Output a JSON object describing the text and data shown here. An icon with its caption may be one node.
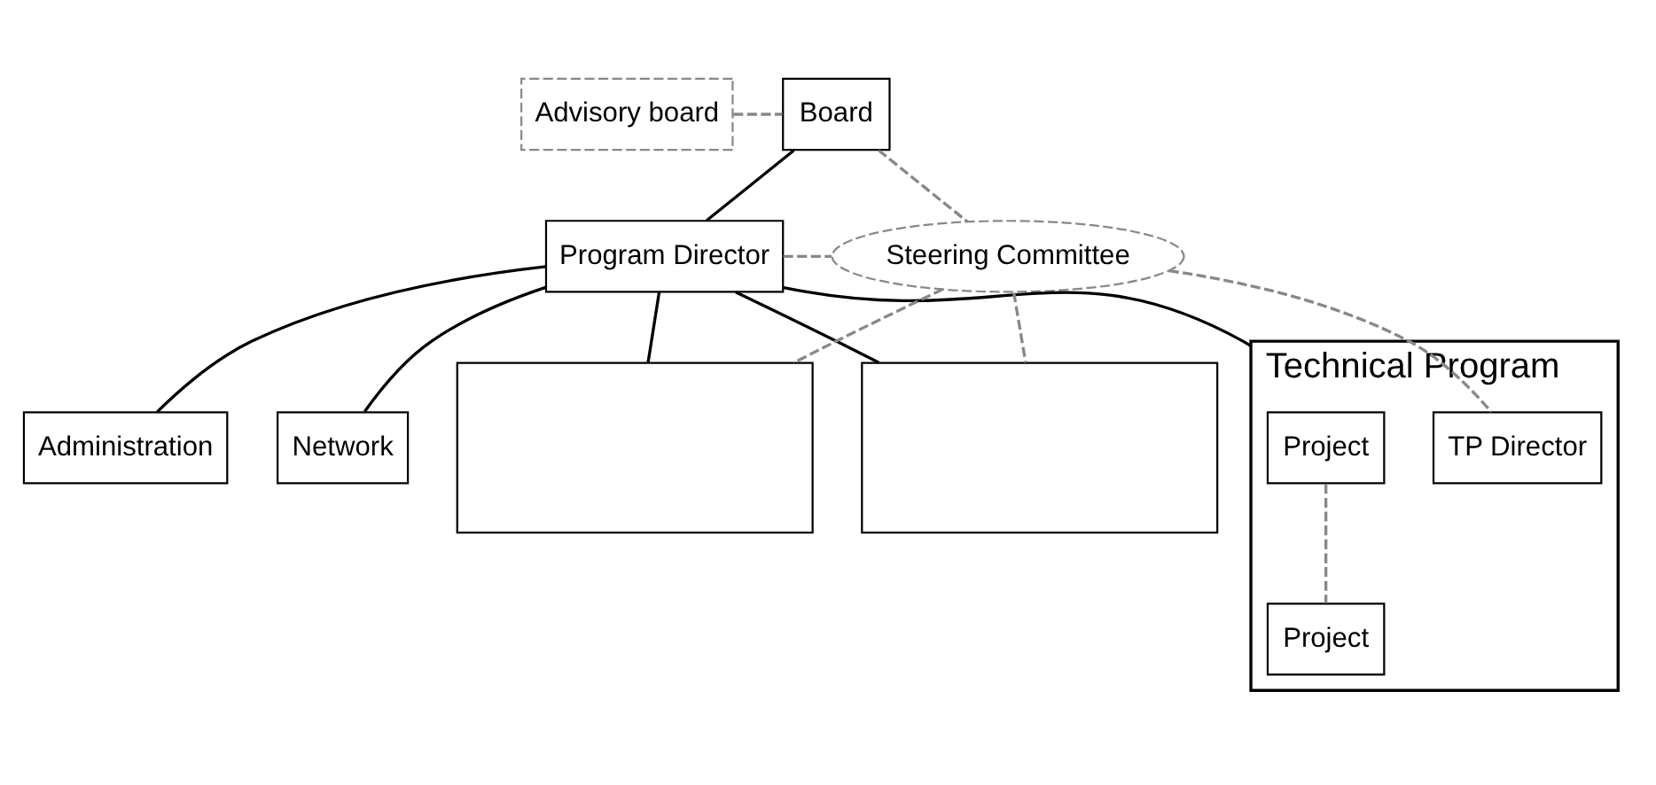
{
  "diagram": {
    "nodes": [
      {
        "text": [
          "Advisory board"
        ]
      },
      {
        "text": [
          "Board"
        ]
      },
      {
        "text": [
          "Program Director"
        ]
      },
      {
        "text": [
          "Steering Committee"
        ]
      },
      {
        "text": [
          "Administration"
        ]
      },
      {
        "text": [
          "Network"
        ]
      },
      {
        "text": [
          "Technical Program"
        ]
      },
      {
        "text": [
          "Project"
        ],
        "in": 6
      },
      {
        "text": [
          "Project"
        ],
        "in": 6
      },
      {
        "text": [
          "TP Director"
        ],
        "in": 6
      },
      {
        "text": [],
        "shape": "box"
      },
      {
        "text": [],
        "shape": "box"
      }
    ],
    "edges": [
      {
        "from": 0,
        "to": 1,
        "arrow": "none",
        "style": "dashed",
        "color": "#888888"
      },
      {
        "from": 1,
        "to": 2,
        "arrow": "none",
        "color": "#000000"
      },
      {
        "from": 1,
        "to": 3,
        "arrow": "none",
        "style": "dashed",
        "color": "#888888"
      },
      {
        "from": 2,
        "to": 3,
        "arrow": "none",
        "style": "dashed",
        "color": "#888888"
      },
      {
        "from": 2,
        "to": 4,
        "arrow": "none",
        "color": "#000000"
      },
      {
        "from": 2,
        "to": 5,
        "arrow": "none",
        "color": "#000000"
      },
      {
        "from": 2,
        "to": 6,
        "arrow": "none",
        "color": "#000000"
      },
      {
        "from": 2,
        "to": 10,
        "arrow": "none",
        "color": "#000000"
      },
      {
        "from": 2,
        "to": 11,
        "arrow": "none",
        "color": "#000000"
      },
      {
        "from": 3,
        "to": 9,
        "arrow": "none",
        "style": "dashed",
        "color": "#888888"
      },
      {
        "from": 3,
        "to": 10,
        "arrow": "none",
        "style": "dashed",
        "color": "#888888"
      },
      {
        "from": 3,
        "to": 11,
        "arrow": "none",
        "style": "dashed",
        "color": "#888888"
      },
      {
        "from": 7,
        "to": 8,
        "arrow": "none",
        "style": "dashed",
        "color": "#888888"
      }
    ]
  }
}
